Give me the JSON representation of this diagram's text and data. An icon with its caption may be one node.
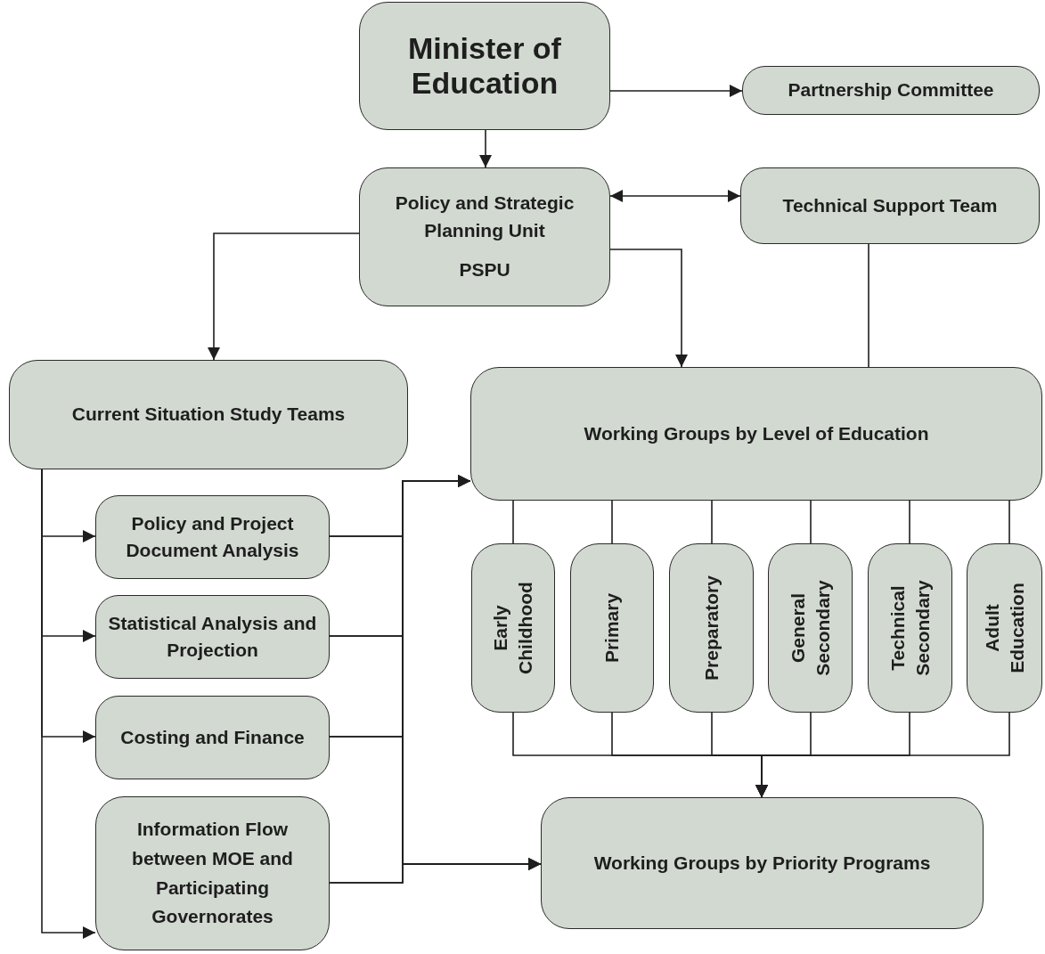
{
  "diagram": {
    "nodes": [
      {
        "text": [
          "Minister of Education"
        ]
      },
      {
        "text": [
          "Partnership Committee"
        ]
      },
      {
        "text": [
          "Policy and Strategic Planning Unit",
          "PSPU"
        ]
      },
      {
        "text": [
          "Technical Support Team"
        ]
      },
      {
        "text": [
          "Current Situation Study Teams"
        ]
      },
      {
        "text": [
          "Working Groups by Level of Education"
        ]
      },
      {
        "text": [
          "Policy and Project Document Analysis"
        ]
      },
      {
        "text": [
          "Statistical Analysis and Projection"
        ]
      },
      {
        "text": [
          "Costing and Finance"
        ]
      },
      {
        "text": [
          "Information Flow between MOE and Participating Governorates"
        ]
      },
      {
        "text": [
          "Early Childhood"
        ]
      },
      {
        "text": [
          "Primary"
        ]
      },
      {
        "text": [
          "Preparatory"
        ]
      },
      {
        "text": [
          "General Secondary"
        ]
      },
      {
        "text": [
          "Technical Secondary"
        ]
      },
      {
        "text": [
          "Adult Education"
        ]
      },
      {
        "text": [
          "Working Groups by Priority Programs"
        ]
      }
    ],
    "edges": [
      {
        "from": 0,
        "to": 1,
        "arrow": "to"
      },
      {
        "from": 0,
        "to": 2,
        "arrow": "to"
      },
      {
        "from": 2,
        "to": 3,
        "arrow": "both"
      },
      {
        "from": 2,
        "to": 4,
        "arrow": "to"
      },
      {
        "from": 2,
        "to": 5,
        "arrow": "to"
      },
      {
        "from": 3,
        "to": 5,
        "arrow": "none"
      },
      {
        "from": 4,
        "to": 6,
        "arrow": "to"
      },
      {
        "from": 4,
        "to": 7,
        "arrow": "to"
      },
      {
        "from": 4,
        "to": 8,
        "arrow": "to"
      },
      {
        "from": 4,
        "to": 9,
        "arrow": "to"
      },
      {
        "from": 6,
        "to": 5,
        "arrow": "to"
      },
      {
        "from": 7,
        "to": 5,
        "arrow": "to"
      },
      {
        "from": 8,
        "to": 5,
        "arrow": "to"
      },
      {
        "from": 9,
        "to": 5,
        "arrow": "to"
      },
      {
        "from": 6,
        "to": 16,
        "arrow": "to"
      },
      {
        "from": 7,
        "to": 16,
        "arrow": "to"
      },
      {
        "from": 8,
        "to": 16,
        "arrow": "to"
      },
      {
        "from": 9,
        "to": 16,
        "arrow": "to"
      },
      {
        "from": 5,
        "to": 10,
        "arrow": "none"
      },
      {
        "from": 5,
        "to": 11,
        "arrow": "none"
      },
      {
        "from": 5,
        "to": 12,
        "arrow": "none"
      },
      {
        "from": 5,
        "to": 13,
        "arrow": "none"
      },
      {
        "from": 5,
        "to": 14,
        "arrow": "none"
      },
      {
        "from": 5,
        "to": 15,
        "arrow": "none"
      },
      {
        "from": 10,
        "to": 16,
        "arrow": "to"
      },
      {
        "from": 11,
        "to": 16,
        "arrow": "to"
      },
      {
        "from": 12,
        "to": 16,
        "arrow": "to"
      },
      {
        "from": 13,
        "to": 16,
        "arrow": "to"
      },
      {
        "from": 14,
        "to": 16,
        "arrow": "to"
      },
      {
        "from": 15,
        "to": 16,
        "arrow": "to"
      }
    ]
  }
}
